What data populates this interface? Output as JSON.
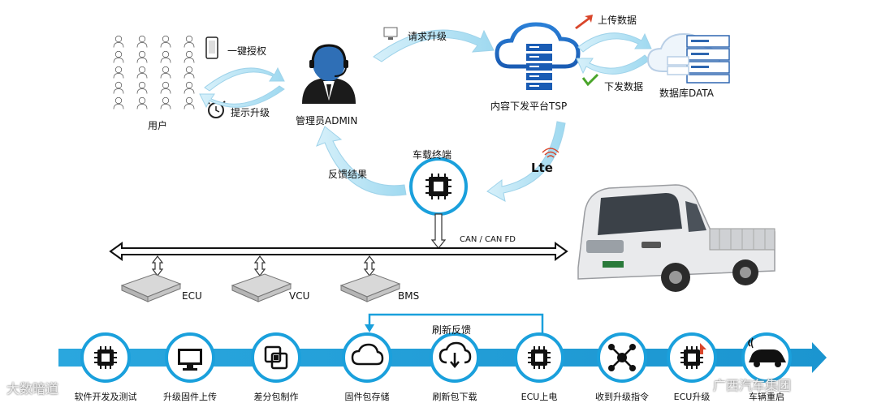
{
  "labels": {
    "users": "用户",
    "one_click_auth": "一键授权",
    "prompt_upgrade": "提示升级",
    "admin": "管理员ADMIN",
    "request_upgrade": "请求升级",
    "tsp": "内容下发平台TSP",
    "upload_data": "上传数据",
    "download_data": "下发数据",
    "database": "数据库DATA",
    "feedback_result": "反馈结果",
    "vehicle_terminal": "车载终端",
    "lte": "Lte",
    "can": "CAN   / CAN FD",
    "ecu": "ECU",
    "vcu": "VCU",
    "bms": "BMS",
    "refresh_feedback": "刷新反馈"
  },
  "steps": [
    {
      "label": "软件开发及测试",
      "icon": "chip-icon"
    },
    {
      "label": "升级固件上传",
      "icon": "monitor-icon"
    },
    {
      "label": "差分包制作",
      "icon": "diff-icon"
    },
    {
      "label": "固件包存储",
      "icon": "cloud-icon"
    },
    {
      "label": "刷新包下载",
      "icon": "cloud-download-icon"
    },
    {
      "label": "ECU上电",
      "icon": "chip-icon"
    },
    {
      "label": "收到升级指令",
      "icon": "network-icon"
    },
    {
      "label": "ECU升级",
      "icon": "chip-upgrade-icon"
    },
    {
      "label": "车辆重启",
      "icon": "car-icon"
    }
  ],
  "watermarks": {
    "left": "大数暗道",
    "right": "广西汽车集团"
  },
  "colors": {
    "accent": "#1aa0dc",
    "accent_light": "#bfe6f6",
    "dark": "#1b1b1b"
  }
}
